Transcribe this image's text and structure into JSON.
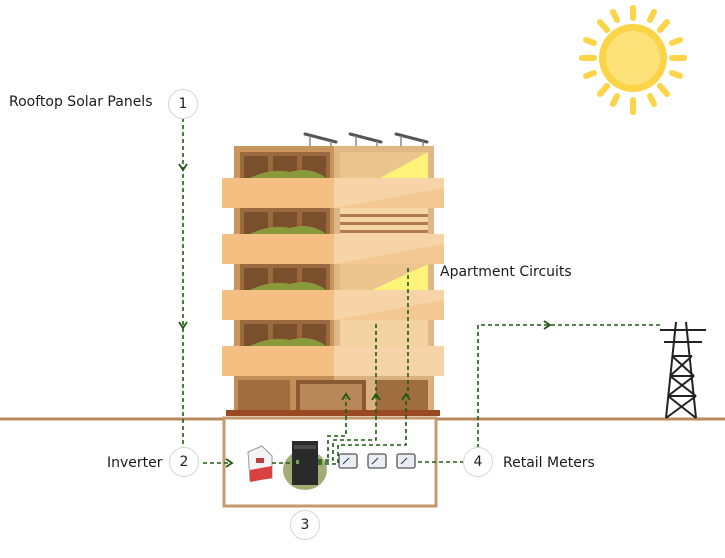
{
  "labels": {
    "rooftop_solar": "Rooftop Solar Panels",
    "inverter": "Inverter",
    "apartment_circuits": "Apartment Circuits",
    "retail_meters": "Retail Meters"
  },
  "markers": {
    "one": "1",
    "two": "2",
    "three": "3",
    "four": "4"
  },
  "colors": {
    "flow_line": "#1e5a14",
    "ground": "#b98a5c",
    "building": "#f3bf83",
    "sun": "#fbd448"
  },
  "icons": [
    "sun-icon",
    "solar-panel-icon",
    "inverter-icon",
    "battery-icon",
    "meter-icon",
    "transmission-tower-icon"
  ]
}
